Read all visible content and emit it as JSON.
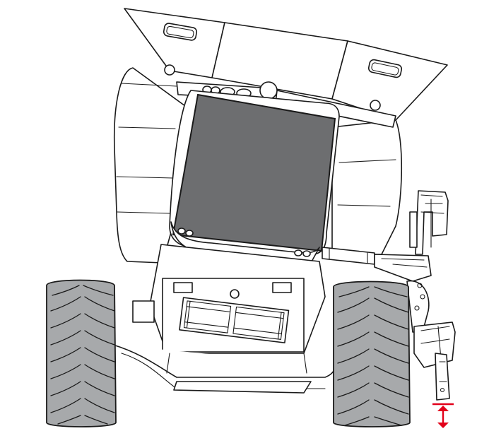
{
  "diagram": {
    "subject": "combine-harvester-front-view",
    "colors": {
      "line": "#1a1a1a",
      "background": "#ffffff",
      "windshield": "#6d6e70",
      "tire": "#a7a9ab",
      "indicator": "#e2001a"
    },
    "indicator": {
      "icon": "vertical-double-arrow",
      "meaning": "height-adjustment"
    }
  }
}
